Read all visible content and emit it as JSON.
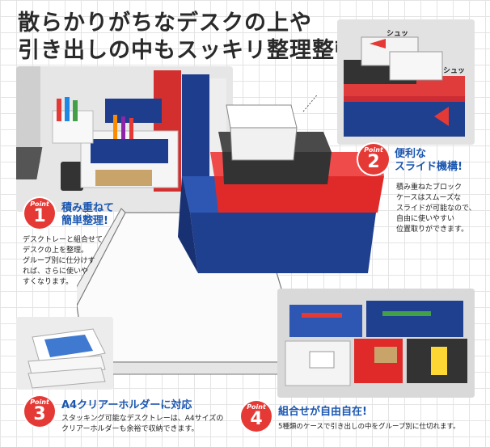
{
  "headline": {
    "line1": "散らかりがちなデスクの上や",
    "line2": "引き出しの中もスッキリ整理整頓!"
  },
  "sound_effect": "シュッ",
  "points": [
    {
      "label": "Point",
      "number": "1",
      "title_line1": "積み重ねて",
      "title_line2": "簡単整理!",
      "desc": [
        "デスクトレーと組合せて",
        "デスクの上を整理。",
        "グループ別に仕分けす",
        "れば、さらに使いや",
        "すくなります。"
      ]
    },
    {
      "label": "Point",
      "number": "2",
      "title_line1": "便利な",
      "title_line2": "スライド機構!",
      "desc": [
        "積み重ねたブロック",
        "ケースはスムーズな",
        "スライドが可能なので、",
        "自由に使いやすい",
        "位置取りができます。"
      ]
    },
    {
      "label": "Point",
      "number": "3",
      "title_line1": "A4クリアーホルダーに対応",
      "desc": [
        "スタッキング可能なデスクトレーは、A4サイズの",
        "クリアーホルダーも余裕で収納できます。"
      ]
    },
    {
      "label": "Point",
      "number": "4",
      "title_line1": "組合せが自由自在!",
      "desc": [
        "5種類のケースで引き出しの中をグループ別に仕切れます。"
      ]
    }
  ],
  "colors": {
    "accent_red": "#e53935",
    "title_blue": "#1a56b0",
    "case_white": "#f4f4f4",
    "case_black": "#333333",
    "case_red": "#e02a2a",
    "case_blue": "#1f3f8f"
  }
}
